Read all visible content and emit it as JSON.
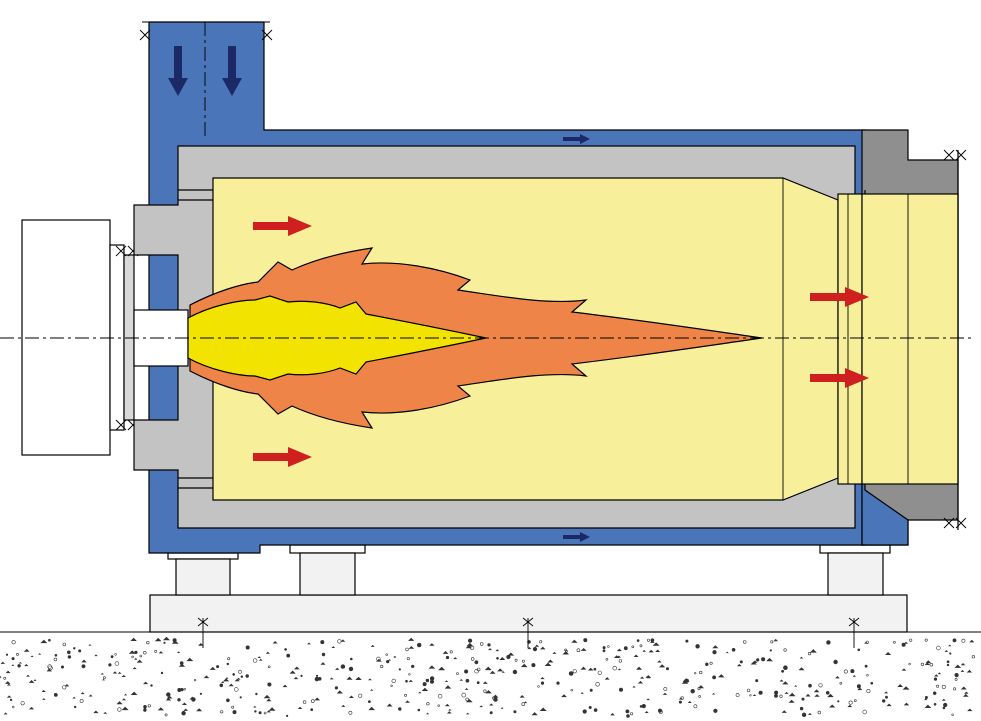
{
  "diagram": {
    "type": "burner-combustion-chamber-cross-section",
    "labels": [],
    "colors": {
      "casing": "#4a75b9",
      "refractory": "#c3c3c3",
      "refractory_dark": "#8f8f8f",
      "chamber": "#f7ef9a",
      "flame_outer": "#ef8448",
      "flame_inner": "#f3e300",
      "air_arrow": "#1b2a66",
      "gas_arrow": "#cf1f1f",
      "motor": "#ffffff",
      "foundation": "#f2f2f2",
      "ground_speckle": "#333333"
    },
    "flow": {
      "air_intake_arrows": 2,
      "casing_flow_arrows": 2,
      "hot_gas_arrows": 4
    },
    "icons": [
      "down-arrow-icon",
      "right-arrow-icon",
      "flange-cross-icon",
      "anchor-bolt-icon"
    ]
  }
}
